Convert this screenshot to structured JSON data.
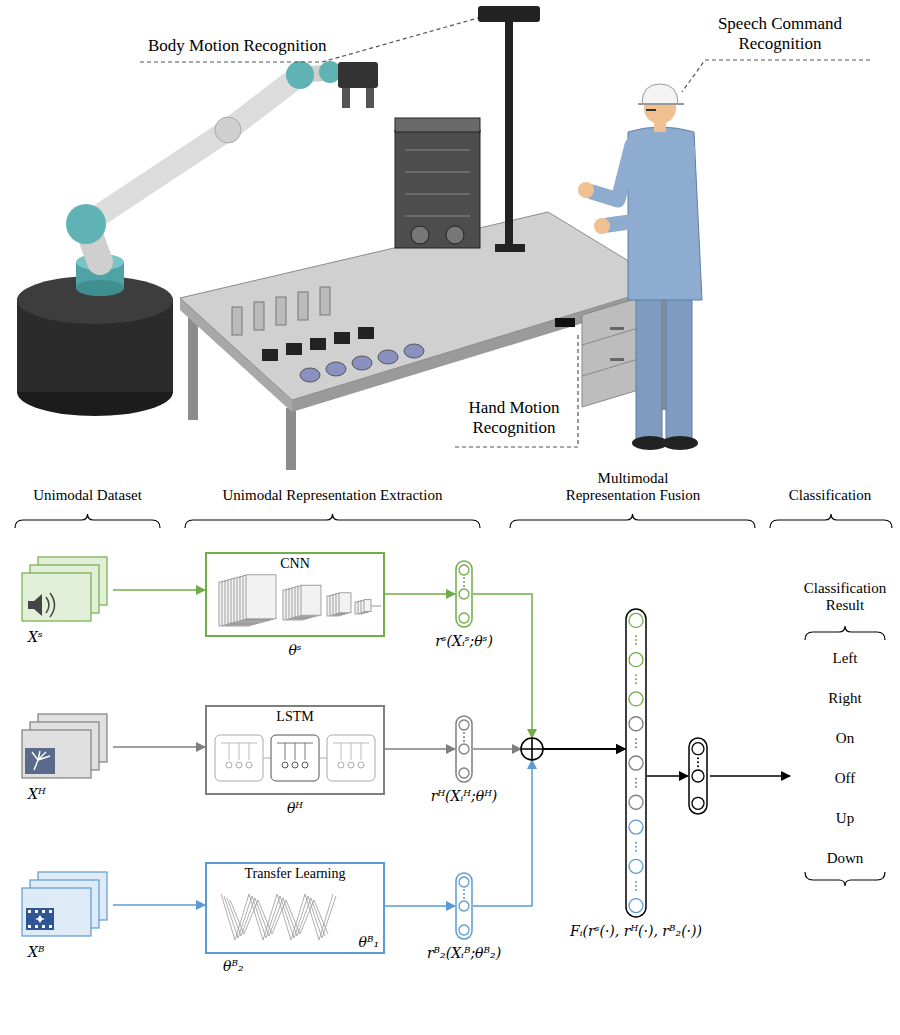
{
  "diagram": {
    "nodes": [
      {
        "text": [
          "Xˢ"
        ]
      },
      {
        "text": [
          "CNN",
          "θˢ"
        ]
      },
      {
        "text": [
          "rˢ(Xᵢˢ;θˢ)"
        ]
      },
      {
        "text": [
          "Xᴴ"
        ]
      },
      {
        "text": [
          "LSTM",
          "θᴴ"
        ]
      },
      {
        "text": [
          "rᴴ(Xᵢᴴ;θᴴ)"
        ]
      },
      {
        "text": [
          "Xᴮ"
        ]
      },
      {
        "text": [
          "Transfer Learning",
          "θᴮ₁",
          "θᴮ₂"
        ]
      },
      {
        "text": [
          "rᴮ₂(Xᵢᴮ;θᴮ₂)"
        ]
      },
      {
        "text": [
          "Fᵢ(rˢ(·), rᴴ(·), rᴮ₂(·))"
        ]
      },
      {
        "text": []
      }
    ],
    "edges": [
      {
        "from": 0,
        "to": 1,
        "arrow": "to"
      },
      {
        "from": 1,
        "to": 2,
        "arrow": "to"
      },
      {
        "from": 3,
        "to": 4,
        "arrow": "to"
      },
      {
        "from": 4,
        "to": 5,
        "arrow": "to"
      },
      {
        "from": 6,
        "to": 7,
        "arrow": "to"
      },
      {
        "from": 7,
        "to": 8,
        "arrow": "to"
      },
      {
        "from": 2,
        "to": 9,
        "arrow": "to"
      },
      {
        "from": 5,
        "to": 9,
        "arrow": "to"
      },
      {
        "from": 8,
        "to": 9,
        "arrow": "to"
      },
      {
        "from": 9,
        "to": 10,
        "arrow": "to"
      }
    ],
    "labels": [
      "Body Motion Recognition",
      "Speech Command Recognition",
      "Hand Motion Recognition",
      "Unimodal Dataset",
      "Unimodal Representation Extraction",
      "Multimodal Representation Fusion",
      "Classification",
      "Classification Result",
      "Left",
      "Right",
      "On",
      "Off",
      "Up",
      "Down"
    ]
  }
}
